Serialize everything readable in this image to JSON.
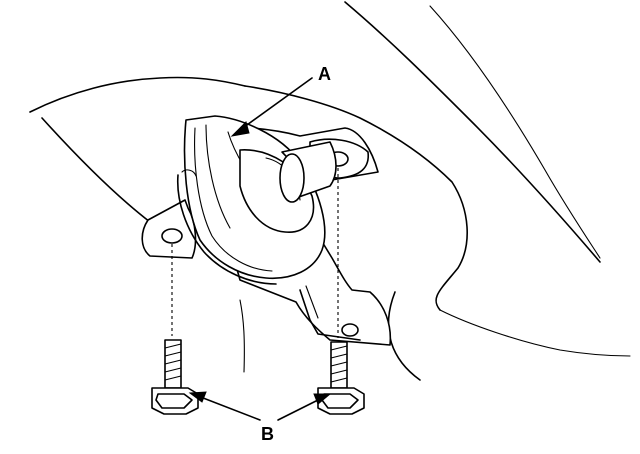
{
  "figure": {
    "callouts": [
      {
        "id": "A",
        "label": "A"
      },
      {
        "id": "B",
        "label": "B"
      }
    ]
  }
}
